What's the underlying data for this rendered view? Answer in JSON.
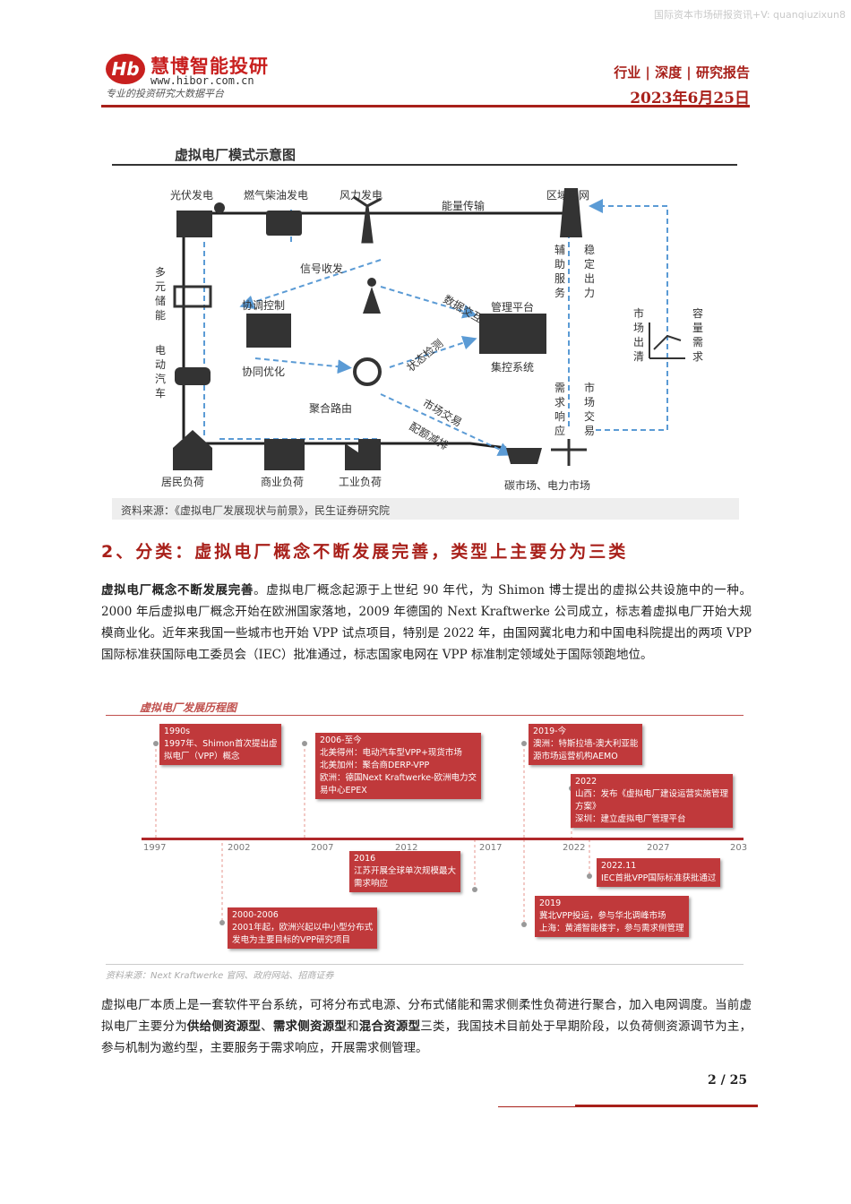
{
  "watermark": "国际资本市场研报资讯+V: quanqiuzixun8",
  "header": {
    "logo_cn": "慧博智能投研",
    "logo_url": "www.hibor.com.cn",
    "logo_slogan": "专业的投资研究大数据平台",
    "report_type": "行业 | 深度 | 研究报告",
    "date": "2023年6月25日"
  },
  "figure1": {
    "title": "虚拟电厂模式示意图",
    "nodes": {
      "solar": "光伏发电",
      "gas": "燃气柴油发电",
      "wind": "风力发电",
      "grid": "区域电网",
      "energy_transfer": "能量传输",
      "signal": "信号收发",
      "coord_control": "协调控制",
      "coord_optimize": "协同优化",
      "platform": "管理平台",
      "central": "集控系统",
      "aggregate": "聚合路由",
      "storage": "多元储能",
      "ev": "电动汽车",
      "residential": "居民负荷",
      "commercial": "商业负荷",
      "industrial": "工业负荷",
      "carbon_market": "碳市场、电力市场",
      "aux": "辅助服务",
      "stable_output": "稳定出力",
      "demand_resp": "需求响应",
      "market_trade": "市场交易",
      "market_clear": "市场出清",
      "capacity_demand": "容量需求",
      "data_exchange": "数据交互",
      "status_detect": "状态检测",
      "market_trading": "市场交易",
      "config_reduce": "配额减排"
    },
    "source": "资料来源：《虚拟电厂发展现状与前景》，民生证券研究院"
  },
  "section": {
    "title": "2、分类：虚拟电厂概念不断发展完善，类型上主要分为三类",
    "p1_bold": "虚拟电厂概念不断发展完善",
    "p1_text": "。虚拟电厂概念起源于上世纪 90 年代，为 Shimon 博士提出的虚拟公共设施中的一种。2000 年后虚拟电厂概念开始在欧洲国家落地，2009 年德国的 Next Kraftwerke 公司成立，标志着虚拟电厂开始大规模商业化。近年来我国一些城市也开始 VPP 试点项目，特别是 2022 年，由国网冀北电力和中国电科院提出的两项 VPP 国际标准获国际电工委员会（IEC）批准通过，标志国家电网在 VPP 标准制定领域处于国际领跑地位。"
  },
  "figure2": {
    "title": "虚拟电厂发展历程图",
    "ticks": [
      "1997",
      "2002",
      "2007",
      "2012",
      "2017",
      "2022",
      "2027",
      "203"
    ],
    "events": [
      {
        "lines": [
          "1990s",
          "1997年、Shimon首次提出虚",
          "拟电厂（VPP）概念"
        ]
      },
      {
        "lines": [
          "2006-至今",
          "北美得州：电动汽车型VPP+现货市场",
          "北美加州：聚合商DERP-VPP",
          "欧洲：德国Next Kraftwerke-欧洲电力交",
          "易中心EPEX"
        ]
      },
      {
        "lines": [
          "2019-今",
          "澳洲：特斯拉墙-澳大利亚能",
          "源市场运营机构AEMO"
        ]
      },
      {
        "lines": [
          "2022",
          "山西：发布《虚拟电厂建设运营实施管理",
          "方案》",
          "深圳：建立虚拟电厂管理平台"
        ]
      },
      {
        "lines": [
          "2016",
          "江苏开展全球单次规模最大",
          "需求响应"
        ]
      },
      {
        "lines": [
          "2022.11",
          "IEC首批VPP国际标准获批通过"
        ]
      },
      {
        "lines": [
          "2000-2006",
          "2001年起，欧洲兴起以中小型分布式",
          "发电为主要目标的VPP研究项目"
        ]
      },
      {
        "lines": [
          "2019",
          "冀北VPP投运，参与华北调峰市场",
          "上海：黄浦智能楼宇，参与需求侧管理"
        ]
      }
    ],
    "source": "资料来源：Next Kraftwerke 官网、政府网站、招商证券"
  },
  "p2": {
    "t1": "虚拟电厂本质上是一套软件平台系统，可将分布式电源、分布式储能和需求侧柔性负荷进行聚合，加入电网调度。当前虚拟电厂主要分为",
    "b1": "供给侧资源型",
    "t2": "、",
    "b2": "需求侧资源型",
    "t3": "和",
    "b3": "混合资源型",
    "t4": "三类，我国技术目前处于早期阶段，以负荷侧资源调节为主，参与机制为邀约型，主要服务于需求响应，开展需求侧管理。"
  },
  "footer": {
    "page": "2 / 25"
  }
}
